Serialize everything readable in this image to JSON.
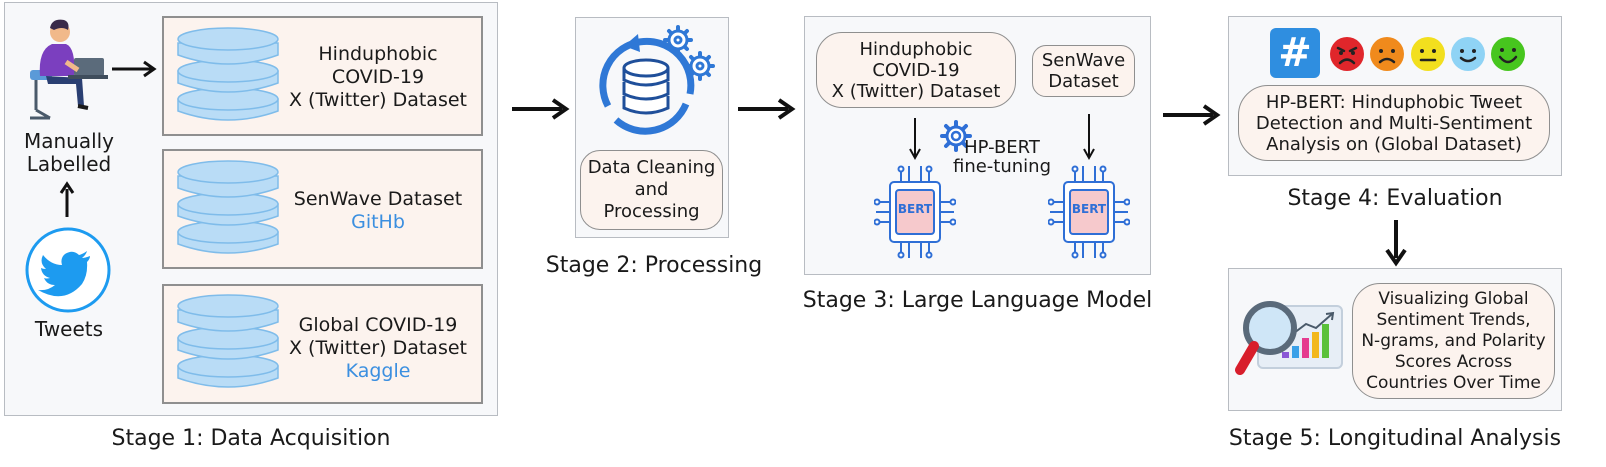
{
  "stage1": {
    "title": "Stage 1: Data Acquisition",
    "manual_label": "Manually\nLabelled",
    "tweets_label": "Tweets",
    "datasets": [
      {
        "name": "Hinduphobic\nCOVID-19\nX (Twitter) Dataset",
        "source": ""
      },
      {
        "name": "SenWave Dataset",
        "source": "GitHb"
      },
      {
        "name": "Global COVID-19\nX (Twitter) Dataset",
        "source": "Kaggle"
      }
    ]
  },
  "stage2": {
    "title": "Stage 2: Processing",
    "box_label": "Data Cleaning\nand\nProcessing"
  },
  "stage3": {
    "title": "Stage 3: Large Language Model",
    "dataset_left": "Hinduphobic\nCOVID-19\nX (Twitter) Dataset",
    "dataset_right": "SenWave\nDataset",
    "finetune_label": "HP-BERT\nfine-tuning",
    "chip_label": "BERT"
  },
  "stage4": {
    "title": "Stage 4: Evaluation",
    "result_label": "HP-BERT: Hinduphobic Tweet\nDetection and Multi-Sentiment\nAnalysis on (Global Dataset)",
    "hashtag": "#"
  },
  "stage5": {
    "title": "Stage 5: Longitudinal Analysis",
    "box_label": "Visualizing Global\nSentiment Trends,\nN-grams, and Polarity\nScores Across\nCountries Over Time"
  },
  "colors": {
    "db_blue": "#b9dcf6",
    "db_stroke": "#5aa7e6",
    "link_blue": "#3b8fe0",
    "chip_blue": "#2f6fd6",
    "chip_fill": "#f6c9cc",
    "twitter_blue": "#1d9bf0",
    "emoji": [
      "#e0262b",
      "#f08a1c",
      "#f2df1e",
      "#8fd3f5",
      "#47c61e"
    ]
  }
}
